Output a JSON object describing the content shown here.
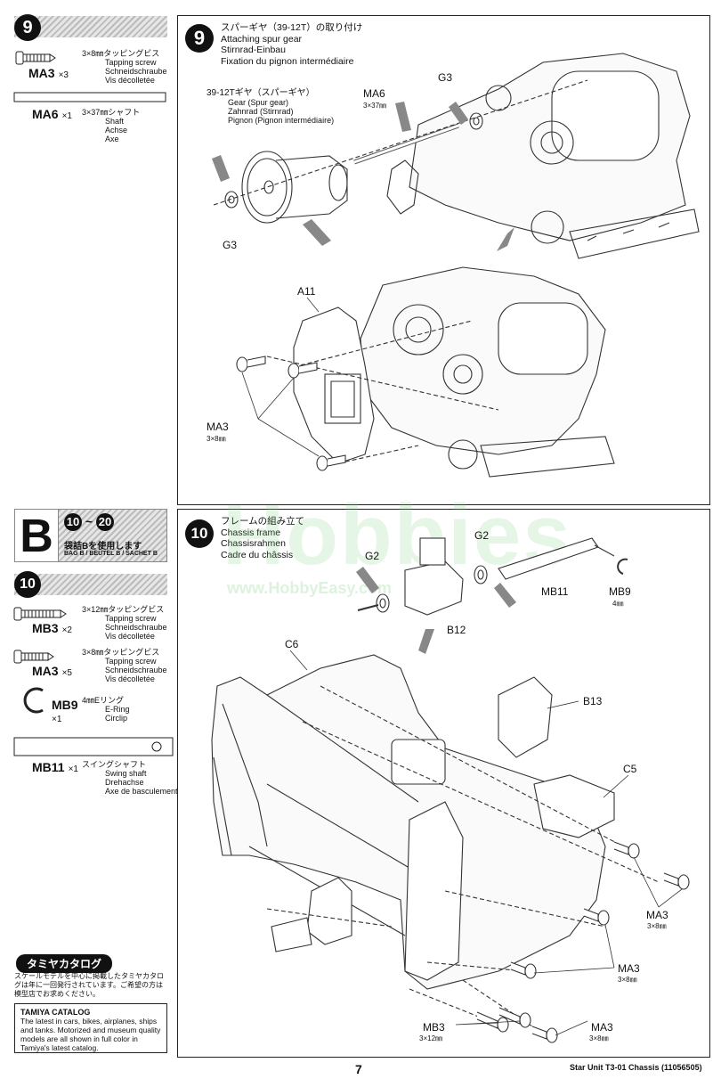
{
  "left_step9": {
    "step_number": "9",
    "parts": [
      {
        "code": "MA3",
        "qty": "×3",
        "jp": "3×8㎜タッピングビス",
        "lines": [
          "Tapping screw",
          "Schneidschraube",
          "Vis décolletée"
        ]
      },
      {
        "code": "MA6",
        "qty": "×1",
        "jp": "3×37㎜シャフト",
        "lines": [
          "Shaft",
          "Achse",
          "Axe"
        ]
      }
    ]
  },
  "step9_panel": {
    "step_number": "9",
    "title_jp": "スパーギヤ（39-12T）の取り付け",
    "title_lines": [
      "Attaching spur gear",
      "Stirnrad-Einbau",
      "Fixation du pignon intermédiaire"
    ],
    "spur_gear_label_jp": "39-12Tギヤ（スパーギヤ）",
    "spur_gear_label_lines": [
      "Gear (Spur gear)",
      "Zahnrad (Stirnrad)",
      "Pignon (Pignon intermédiaire)"
    ],
    "labels": {
      "ma6": "MA6",
      "ma6_size": "3×37㎜",
      "g3_top": "G3",
      "g3_bottom": "G3",
      "a11": "A11",
      "ma3": "MA3",
      "ma3_size": "3×8㎜"
    }
  },
  "bag_b": {
    "letter": "B",
    "range_start": "10",
    "range_sep": "~",
    "range_end": "20",
    "jp": "袋詰Bを使用します",
    "en": "BAG B / BEUTEL B / SACHET B"
  },
  "left_step10": {
    "step_number": "10",
    "parts": [
      {
        "code": "MB3",
        "qty": "×2",
        "jp": "3×12㎜タッピングビス",
        "lines": [
          "Tapping screw",
          "Schneidschraube",
          "Vis décolletée"
        ]
      },
      {
        "code": "MA3",
        "qty": "×5",
        "jp": "3×8㎜タッピングビス",
        "lines": [
          "Tapping screw",
          "Schneidschraube",
          "Vis décolletée"
        ]
      },
      {
        "code": "MB9",
        "qty": "×1",
        "jp": "4㎜Eリング",
        "lines": [
          "E-Ring",
          "Circlip"
        ]
      },
      {
        "code": "MB11",
        "qty": "×1",
        "jp": "スイングシャフト",
        "lines": [
          "Swing shaft",
          "Drehachse",
          "Axe de basculement"
        ]
      }
    ]
  },
  "step10_panel": {
    "step_number": "10",
    "title_jp": "フレームの組み立て",
    "title_lines": [
      "Chassis frame",
      "Chassisrahmen",
      "Cadre du châssis"
    ],
    "labels": {
      "g2_left": "G2",
      "g2_right": "G2",
      "mb11": "MB11",
      "mb9": "MB9",
      "mb9_size": "4㎜",
      "b12": "B12",
      "c6": "C6",
      "b13": "B13",
      "c5": "C5",
      "ma3_a": "MA3",
      "ma3_a_size": "3×8㎜",
      "ma3_b": "MA3",
      "ma3_b_size": "3×8㎜",
      "ma3_c": "MA3",
      "ma3_c_size": "3×8㎜",
      "mb3": "MB3",
      "mb3_size": "3×12㎜"
    }
  },
  "catalog": {
    "heading": "タミヤカタログ",
    "jp_text": "スケールモデルを中心に掲載したタミヤカタログは年に一回発行されています。ご希望の方は模型店でお求めください。",
    "en_title": "TAMIYA CATALOG",
    "en_text": "The latest in cars, bikes, airplanes, ships and tanks. Motorized and museum quality models are all shown in full color in Tamiya's latest catalog."
  },
  "watermark": "Hobbies",
  "watermark_site": "www.HobbyEasy.com",
  "footer": {
    "page_number": "7",
    "model": "Star Unit T3-01 Chassis (11056505)"
  }
}
